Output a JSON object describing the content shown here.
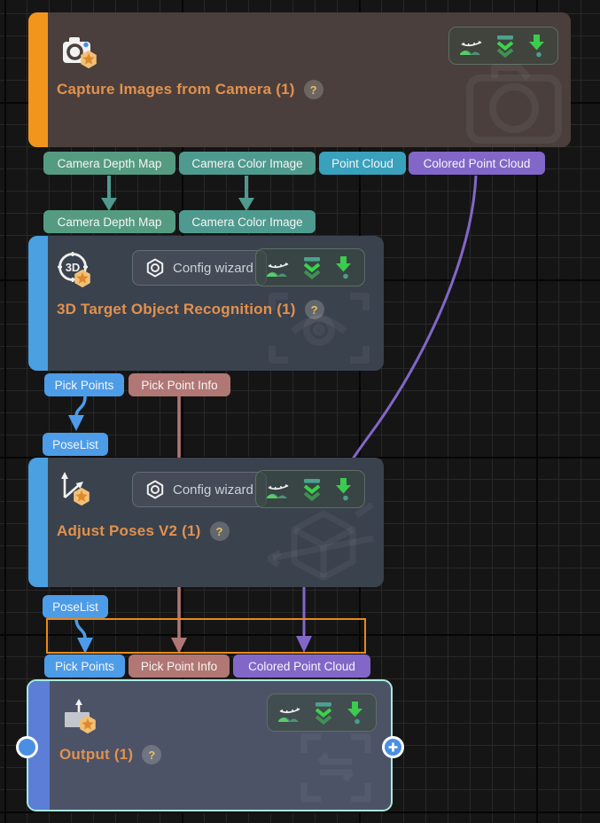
{
  "canvas": {
    "bg": "#151515",
    "grid_minor": "#282828",
    "grid_major": "#060606",
    "selection_box_color": "#e8891a"
  },
  "nodes": {
    "capture": {
      "title": "Capture Images from Camera (1)",
      "help": "?",
      "accent": "#f2951d",
      "icon": "camera-star-icon"
    },
    "recognition": {
      "title": "3D Target Object Recognition (1)",
      "help": "?",
      "config_wizard": "Config wizard",
      "accent": "#4aa0e0",
      "icon": "3d-target-star-icon"
    },
    "adjust": {
      "title": "Adjust Poses V2 (1)",
      "help": "?",
      "config_wizard": "Config wizard",
      "accent": "#4aa0e0",
      "icon": "axes-star-icon"
    },
    "output": {
      "title": "Output (1)",
      "help": "?",
      "accent": "#5c7ed6",
      "selected_border": "#a5ecdf",
      "icon": "output-box-star-icon"
    }
  },
  "toolbar_icons": [
    "image-preview-icon",
    "collapse-chevrons-icon",
    "download-icon"
  ],
  "ports": {
    "capture_outputs": [
      {
        "label": "Camera Depth Map",
        "color": "#559b81"
      },
      {
        "label": "Camera Color Image",
        "color": "#4f9a8f"
      },
      {
        "label": "Point Cloud",
        "color": "#39a1bc"
      },
      {
        "label": "Colored Point Cloud",
        "color": "#8267c9"
      }
    ],
    "recognition_inputs": [
      {
        "label": "Camera Depth Map",
        "color": "#559b81"
      },
      {
        "label": "Camera Color Image",
        "color": "#4f9a8f"
      }
    ],
    "recognition_outputs": [
      {
        "label": "Pick Points",
        "color": "#4d9ce8"
      },
      {
        "label": "Pick Point Info",
        "color": "#b17774"
      }
    ],
    "adjust_input": {
      "label": "PoseList",
      "color": "#4d9ce8"
    },
    "adjust_output": {
      "label": "PoseList",
      "color": "#4d9ce8"
    },
    "output_inputs": [
      {
        "label": "Pick Points",
        "color": "#4d9ce8"
      },
      {
        "label": "Pick Point Info",
        "color": "#b17774"
      },
      {
        "label": "Colored Point Cloud",
        "color": "#8267c9"
      }
    ]
  },
  "wires": {
    "teal": "#4f9a8f",
    "blue": "#4d9ce8",
    "rose": "#b17774",
    "purple": "#8267c9"
  }
}
